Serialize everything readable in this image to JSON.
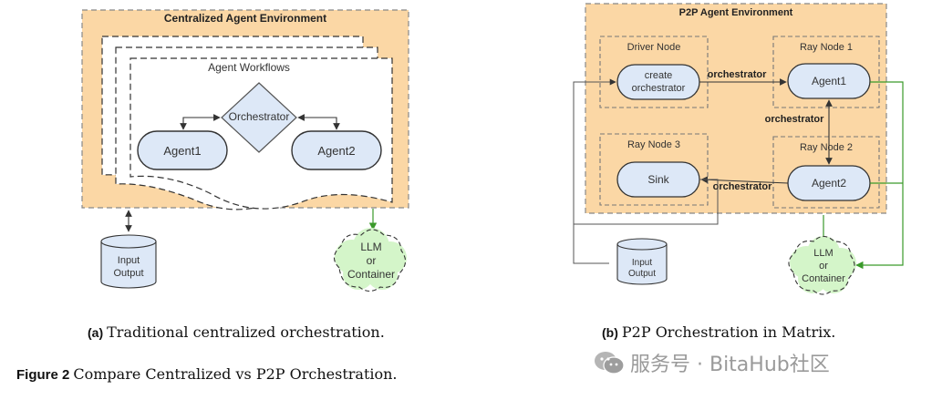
{
  "panel_a": {
    "env_title": "Centralized Agent Environment",
    "workflows_label": "Agent Workflows",
    "orchestrator_label": "Orchestrator",
    "agent1_label": "Agent1",
    "agent2_label": "Agent2",
    "io_line1": "Input",
    "io_line2": "Output",
    "llm_line1": "LLM",
    "llm_line2": "or",
    "llm_line3": "Container",
    "caption_label": "(a)",
    "caption_text": "Traditional centralized orchestration."
  },
  "panel_b": {
    "env_title": "P2P Agent Environment",
    "driver_node": "Driver Node",
    "create_line1": "create",
    "create_line2": "orchestrator",
    "ray_node1": "Ray Node 1",
    "agent1_label": "Agent1",
    "ray_node2": "Ray Node 2",
    "agent2_label": "Agent2",
    "ray_node3": "Ray Node 3",
    "sink_label": "Sink",
    "orch_label_top": "orchestrator",
    "orch_label_mid": "orchestrator",
    "orch_label_bottom": "orchestrator",
    "io_line1": "Input",
    "io_line2": "Output",
    "llm_line1": "LLM",
    "llm_line2": "or",
    "llm_line3": "Container",
    "caption_label": "(b)",
    "caption_text": "P2P Orchestration in Matrix."
  },
  "figure_caption": {
    "label": "Figure 2",
    "text": "Compare Centralized vs P2P Orchestration."
  },
  "watermark": {
    "text": "服务号 · BitaHub社区",
    "icon": "wechat-icon"
  },
  "colors": {
    "env_fill": "#fbd7a5",
    "node_fill": "#dde8f7",
    "cloud_fill": "#d4f5c9",
    "green_line": "#3a9a2a",
    "dark_line": "#333333"
  }
}
